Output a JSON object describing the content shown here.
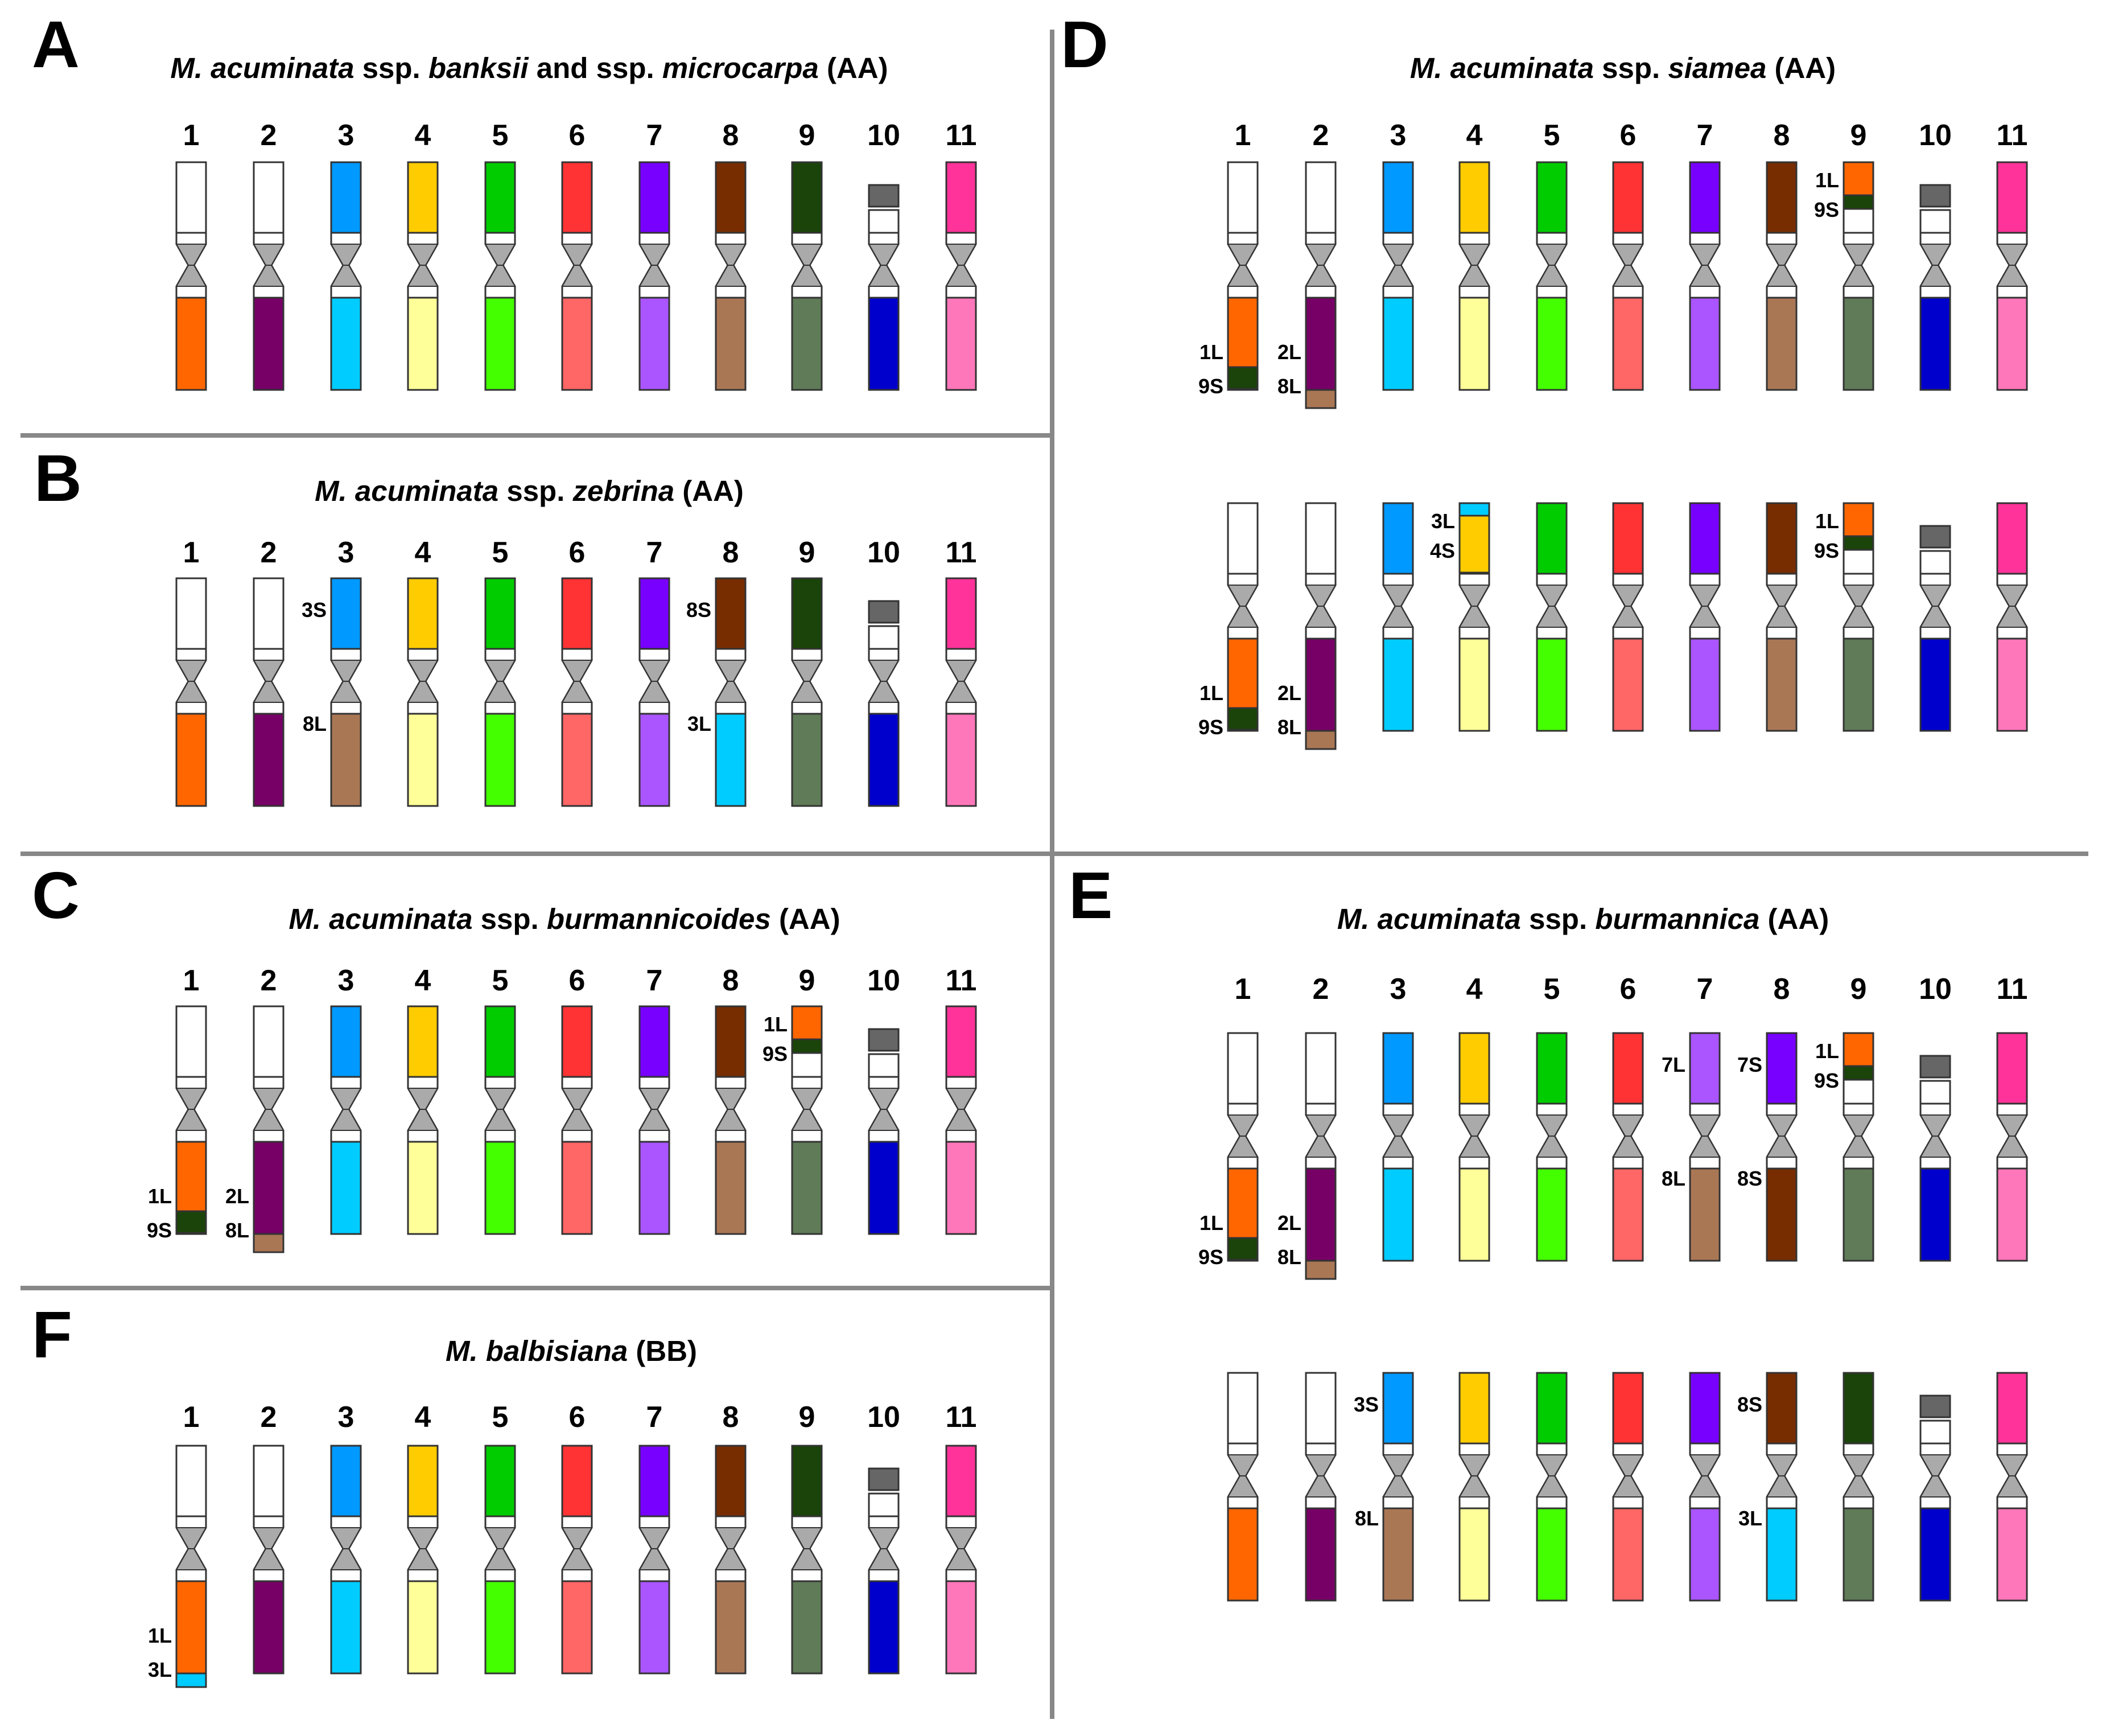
{
  "colors": {
    "1S": "#ffffff",
    "1L": "#ff6600",
    "2S": "#ffffff",
    "2L": "#770066",
    "3S": "#0099ff",
    "3L": "#00ccff",
    "4S": "#ffcc00",
    "4L": "#ffff99",
    "5S": "#00cc00",
    "5L": "#44ff00",
    "6S": "#ff3333",
    "6L": "#ff6666",
    "7S": "#7700ff",
    "7L": "#aa55ff",
    "8S": "#772d00",
    "8L": "#aa7755",
    "9S": "#1a4409",
    "9L": "#5f7b57",
    "10S": "#666666",
    "10L": "#0000cc",
    "11S": "#ff3399",
    "11L": "#ff77bb",
    "centromere": "#aaaaaa",
    "divider": "#888888"
  },
  "panels": [
    {
      "letter": "A",
      "title": {
        "italic1": "M. acuminata",
        "plain1": " ssp. ",
        "italic2": "banksii",
        "plain2": " and ssp. ",
        "italic3": "microcarpa",
        "plain3": " (AA)"
      },
      "numbers": [
        "1",
        "2",
        "3",
        "4",
        "5",
        "6",
        "7",
        "8",
        "9",
        "10",
        "11"
      ],
      "rows": [
        [
          {
            "short": [
              "1S"
            ],
            "long": [
              "1L"
            ]
          },
          {
            "short": [
              "2S"
            ],
            "long": [
              "2L"
            ]
          },
          {
            "short": [
              "3S"
            ],
            "long": [
              "3L"
            ]
          },
          {
            "short": [
              "4S"
            ],
            "long": [
              "4L"
            ]
          },
          {
            "short": [
              "5S"
            ],
            "long": [
              "5L"
            ]
          },
          {
            "short": [
              "6S"
            ],
            "long": [
              "6L"
            ]
          },
          {
            "short": [
              "7S"
            ],
            "long": [
              "7L"
            ]
          },
          {
            "short": [
              "8S"
            ],
            "long": [
              "8L"
            ]
          },
          {
            "short": [
              "9S"
            ],
            "long": [
              "9L"
            ]
          },
          {
            "short": [
              "10S"
            ],
            "long": [
              "10L"
            ]
          },
          {
            "short": [
              "11S"
            ],
            "long": [
              "11L"
            ]
          }
        ]
      ]
    },
    {
      "letter": "B",
      "title": {
        "italic1": "M. acuminata",
        "plain1": " ssp. ",
        "italic2": "zebrina",
        "plain2": " (AA)"
      },
      "numbers": [
        "1",
        "2",
        "3",
        "4",
        "5",
        "6",
        "7",
        "8",
        "9",
        "10",
        "11"
      ],
      "rows": [
        [
          {
            "short": [
              "1S"
            ],
            "long": [
              "1L"
            ]
          },
          {
            "short": [
              "2S"
            ],
            "long": [
              "2L"
            ]
          },
          {
            "short": [
              "3S"
            ],
            "long": [
              "8L"
            ],
            "labelsShort": [
              "3S"
            ],
            "labelsLong": [
              "8L"
            ]
          },
          {
            "short": [
              "4S"
            ],
            "long": [
              "4L"
            ]
          },
          {
            "short": [
              "5S"
            ],
            "long": [
              "5L"
            ]
          },
          {
            "short": [
              "6S"
            ],
            "long": [
              "6L"
            ]
          },
          {
            "short": [
              "7S"
            ],
            "long": [
              "7L"
            ]
          },
          {
            "short": [
              "8S"
            ],
            "long": [
              "3L"
            ],
            "labelsShort": [
              "8S"
            ],
            "labelsLong": [
              "3L"
            ]
          },
          {
            "short": [
              "9S"
            ],
            "long": [
              "9L"
            ]
          },
          {
            "short": [
              "10S"
            ],
            "long": [
              "10L"
            ]
          },
          {
            "short": [
              "11S"
            ],
            "long": [
              "11L"
            ]
          }
        ]
      ]
    },
    {
      "letter": "C",
      "title": {
        "italic1": "M. acuminata",
        "plain1": " ssp. ",
        "italic2": "burmannicoides",
        "plain2": " (AA)"
      },
      "numbers": [
        "1",
        "2",
        "3",
        "4",
        "5",
        "6",
        "7",
        "8",
        "9",
        "10",
        "11"
      ],
      "rows": [
        [
          {
            "short": [
              "1S"
            ],
            "long": [
              "1L",
              "9S"
            ],
            "labelsLong": [
              "1L",
              "9S"
            ]
          },
          {
            "short": [
              "2S"
            ],
            "long": [
              "2L",
              "8L"
            ],
            "labelsLong": [
              "2L",
              "8L"
            ]
          },
          {
            "short": [
              "3S"
            ],
            "long": [
              "3L"
            ]
          },
          {
            "short": [
              "4S"
            ],
            "long": [
              "4L"
            ]
          },
          {
            "short": [
              "5S"
            ],
            "long": [
              "5L"
            ]
          },
          {
            "short": [
              "6S"
            ],
            "long": [
              "6L"
            ]
          },
          {
            "short": [
              "7S"
            ],
            "long": [
              "7L"
            ]
          },
          {
            "short": [
              "8S"
            ],
            "long": [
              "8L"
            ]
          },
          {
            "short": [
              "1L",
              "9S"
            ],
            "long": [
              "9L"
            ],
            "labelsShort": [
              "1L",
              "9S"
            ]
          },
          {
            "short": [
              "10S"
            ],
            "long": [
              "10L"
            ]
          },
          {
            "short": [
              "11S"
            ],
            "long": [
              "11L"
            ]
          }
        ]
      ]
    },
    {
      "letter": "F",
      "title": {
        "italic1": "M. balbisiana",
        "plain1": " (BB)"
      },
      "numbers": [
        "1",
        "2",
        "3",
        "4",
        "5",
        "6",
        "7",
        "8",
        "9",
        "10",
        "11"
      ],
      "rows": [
        [
          {
            "short": [
              "1S"
            ],
            "long": [
              "1L",
              "3L"
            ],
            "labelsLong": [
              "1L",
              "3L"
            ]
          },
          {
            "short": [
              "2S"
            ],
            "long": [
              "2L"
            ]
          },
          {
            "short": [
              "3S"
            ],
            "long": [
              "3L"
            ]
          },
          {
            "short": [
              "4S"
            ],
            "long": [
              "4L"
            ]
          },
          {
            "short": [
              "5S"
            ],
            "long": [
              "5L"
            ]
          },
          {
            "short": [
              "6S"
            ],
            "long": [
              "6L"
            ]
          },
          {
            "short": [
              "7S"
            ],
            "long": [
              "7L"
            ]
          },
          {
            "short": [
              "8S"
            ],
            "long": [
              "8L"
            ]
          },
          {
            "short": [
              "9S"
            ],
            "long": [
              "9L"
            ]
          },
          {
            "short": [
              "10S"
            ],
            "long": [
              "10L"
            ]
          },
          {
            "short": [
              "11S"
            ],
            "long": [
              "11L"
            ]
          }
        ]
      ]
    },
    {
      "letter": "D",
      "title": {
        "italic1": "M. acuminata",
        "plain1": " ssp. ",
        "italic2": "siamea",
        "plain2": " (AA)"
      },
      "numbers": [
        "1",
        "2",
        "3",
        "4",
        "5",
        "6",
        "7",
        "8",
        "9",
        "10",
        "11"
      ],
      "rows": [
        [
          {
            "short": [
              "1S"
            ],
            "long": [
              "1L",
              "9S"
            ],
            "labelsLong": [
              "1L",
              "9S"
            ]
          },
          {
            "short": [
              "2S"
            ],
            "long": [
              "2L",
              "8L"
            ],
            "labelsLong": [
              "2L",
              "8L"
            ]
          },
          {
            "short": [
              "3S"
            ],
            "long": [
              "3L"
            ]
          },
          {
            "short": [
              "4S"
            ],
            "long": [
              "4L"
            ]
          },
          {
            "short": [
              "5S"
            ],
            "long": [
              "5L"
            ]
          },
          {
            "short": [
              "6S"
            ],
            "long": [
              "6L"
            ]
          },
          {
            "short": [
              "7S"
            ],
            "long": [
              "7L"
            ]
          },
          {
            "short": [
              "8S"
            ],
            "long": [
              "8L"
            ]
          },
          {
            "short": [
              "1L",
              "9S"
            ],
            "long": [
              "9L"
            ],
            "labelsShort": [
              "1L",
              "9S"
            ]
          },
          {
            "short": [
              "10S"
            ],
            "long": [
              "10L"
            ]
          },
          {
            "short": [
              "11S"
            ],
            "long": [
              "11L"
            ]
          }
        ],
        [
          {
            "short": [
              "1S"
            ],
            "long": [
              "1L",
              "9S"
            ],
            "labelsLong": [
              "1L",
              "9S"
            ]
          },
          {
            "short": [
              "2S"
            ],
            "long": [
              "2L",
              "8L"
            ],
            "labelsLong": [
              "2L",
              "8L"
            ]
          },
          {
            "short": [
              "3S"
            ],
            "long": [
              "3L"
            ]
          },
          {
            "short": [
              "3L",
              "4S"
            ],
            "long": [
              "4L"
            ],
            "labelsShort": [
              "3L",
              "4S"
            ]
          },
          {
            "short": [
              "5S"
            ],
            "long": [
              "5L"
            ]
          },
          {
            "short": [
              "6S"
            ],
            "long": [
              "6L"
            ]
          },
          {
            "short": [
              "7S"
            ],
            "long": [
              "7L"
            ]
          },
          {
            "short": [
              "8S"
            ],
            "long": [
              "8L"
            ]
          },
          {
            "short": [
              "1L",
              "9S"
            ],
            "long": [
              "9L"
            ],
            "labelsShort": [
              "1L",
              "9S"
            ]
          },
          {
            "short": [
              "10S"
            ],
            "long": [
              "10L"
            ]
          },
          {
            "short": [
              "11S"
            ],
            "long": [
              "11L"
            ]
          }
        ]
      ]
    },
    {
      "letter": "E",
      "title": {
        "italic1": "M. acuminata",
        "plain1": " ssp. ",
        "italic2": "burmannica",
        "plain2": " (AA)"
      },
      "numbers": [
        "1",
        "2",
        "3",
        "4",
        "5",
        "6",
        "7",
        "8",
        "9",
        "10",
        "11"
      ],
      "rows": [
        [
          {
            "short": [
              "1S"
            ],
            "long": [
              "1L",
              "9S"
            ],
            "labelsLong": [
              "1L",
              "9S"
            ]
          },
          {
            "short": [
              "2S"
            ],
            "long": [
              "2L",
              "8L"
            ],
            "labelsLong": [
              "2L",
              "8L"
            ]
          },
          {
            "short": [
              "3S"
            ],
            "long": [
              "3L"
            ]
          },
          {
            "short": [
              "4S"
            ],
            "long": [
              "4L"
            ]
          },
          {
            "short": [
              "5S"
            ],
            "long": [
              "5L"
            ]
          },
          {
            "short": [
              "6S"
            ],
            "long": [
              "6L"
            ]
          },
          {
            "short": [
              "7L"
            ],
            "long": [
              "8L"
            ],
            "labelsShort": [
              "7L"
            ],
            "labelsLong": [
              "8L"
            ]
          },
          {
            "short": [
              "7S"
            ],
            "long": [
              "8S"
            ],
            "labelsShort": [
              "7S"
            ],
            "labelsLong": [
              "8S"
            ]
          },
          {
            "short": [
              "1L",
              "9S"
            ],
            "long": [
              "9L"
            ],
            "labelsShort": [
              "1L",
              "9S"
            ]
          },
          {
            "short": [
              "10S"
            ],
            "long": [
              "10L"
            ]
          },
          {
            "short": [
              "11S"
            ],
            "long": [
              "11L"
            ]
          }
        ],
        [
          {
            "short": [
              "1S"
            ],
            "long": [
              "1L"
            ]
          },
          {
            "short": [
              "2S"
            ],
            "long": [
              "2L"
            ]
          },
          {
            "short": [
              "3S"
            ],
            "long": [
              "8L"
            ],
            "labelsShort": [
              "3S"
            ],
            "labelsLong": [
              "8L"
            ]
          },
          {
            "short": [
              "4S"
            ],
            "long": [
              "4L"
            ]
          },
          {
            "short": [
              "5S"
            ],
            "long": [
              "5L"
            ]
          },
          {
            "short": [
              "6S"
            ],
            "long": [
              "6L"
            ]
          },
          {
            "short": [
              "7S"
            ],
            "long": [
              "7L"
            ]
          },
          {
            "short": [
              "8S"
            ],
            "long": [
              "3L"
            ],
            "labelsShort": [
              "8S"
            ],
            "labelsLong": [
              "3L"
            ]
          },
          {
            "short": [
              "9S"
            ],
            "long": [
              "9L"
            ]
          },
          {
            "short": [
              "10S"
            ],
            "long": [
              "10L"
            ]
          },
          {
            "short": [
              "11S"
            ],
            "long": [
              "11L"
            ]
          }
        ]
      ]
    }
  ]
}
